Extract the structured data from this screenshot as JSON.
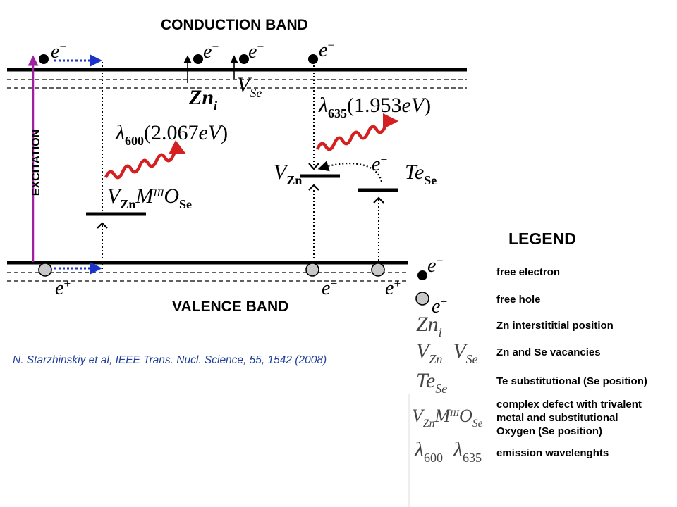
{
  "band_labels": {
    "conduction": "CONDUCTION BAND",
    "valence": "VALENCE BAND",
    "excitation": "EXCITATION"
  },
  "symbols": {
    "e": "e",
    "minus": "−",
    "plus": "+",
    "Zn": "Zn",
    "i": "i",
    "V": "V",
    "Se": "Se",
    "Zn_sub": "Zn",
    "Te": "Te",
    "M": "M",
    "III": "III",
    "O": "O",
    "lambda": "λ"
  },
  "emissions": {
    "e600": {
      "sub": "600",
      "value": "(2.067",
      "unit": "eV",
      "close": ")"
    },
    "e635": {
      "sub": "635",
      "value": "(1.953",
      "unit": "eV",
      "close": ")"
    }
  },
  "citation": "N. Starzhinskiy et al, IEEE Trans. Nucl. Science, 55, 1542 (2008)",
  "legend": {
    "title": "LEGEND",
    "items": [
      {
        "text": "free electron"
      },
      {
        "text": "free hole"
      },
      {
        "text": "Zn interstititial position"
      },
      {
        "text": "Zn and Se vacancies"
      },
      {
        "text": "Te substitutional (Se position)"
      },
      {
        "line1": "complex defect with trivalent",
        "line2": "metal and substitutional",
        "line3": "Oxygen (Se position)"
      },
      {
        "text": "emission wavelenghts"
      }
    ],
    "lambda_600": "600",
    "lambda_635": "635"
  },
  "colors": {
    "excitation_arrow": "#a020a0",
    "transport_arrow": "#1a33cc",
    "emission": "#d42020",
    "hole_fill": "#c8c8c8"
  }
}
